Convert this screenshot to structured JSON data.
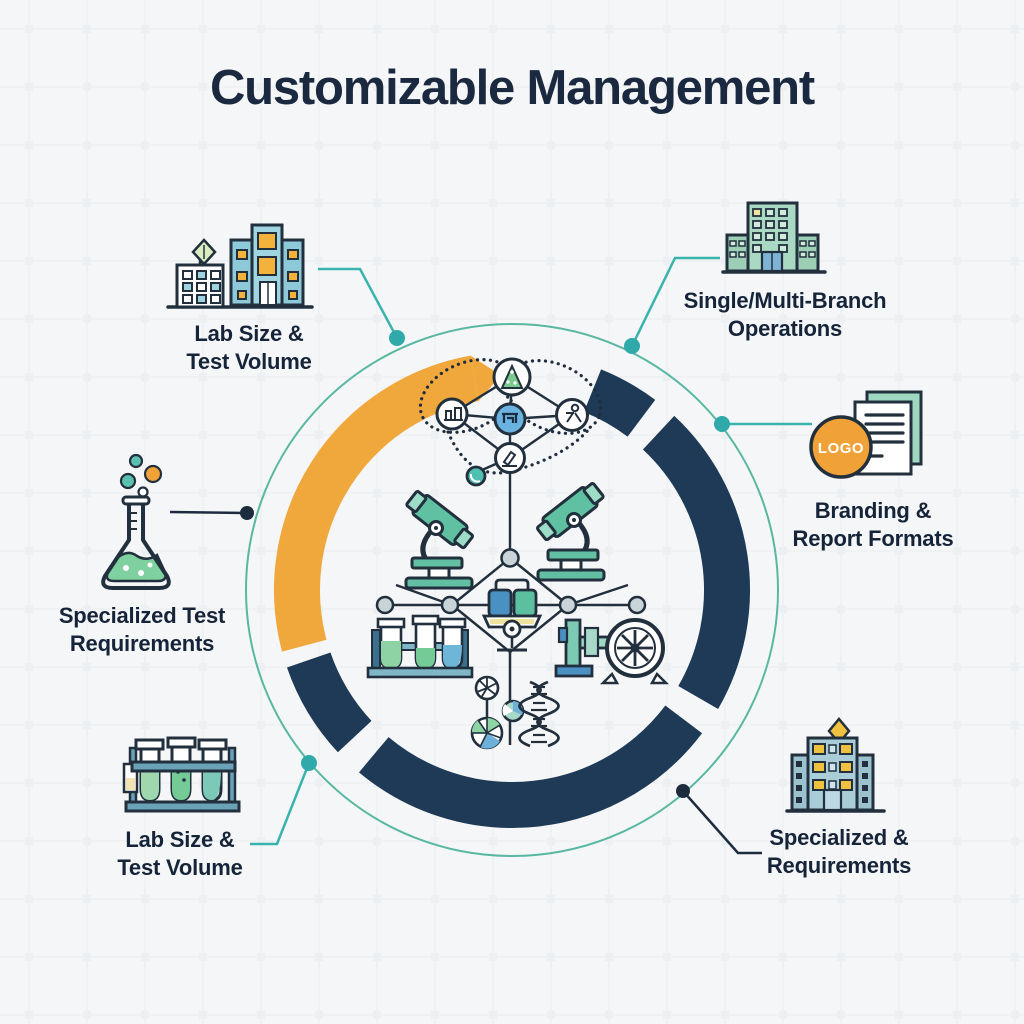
{
  "title": "Customizable Management",
  "features": [
    {
      "id": "lab-size-test-volume-top",
      "icon": "buildings-icon",
      "lines": [
        "Lab Size &",
        "Test Volume"
      ]
    },
    {
      "id": "single-multi-branch-operations",
      "icon": "branch-building-icon",
      "lines": [
        "Single/Multi-Branch",
        "Operations"
      ]
    },
    {
      "id": "branding-report-formats",
      "icon": "logo-document-icon",
      "lines": [
        "Branding &",
        "Report Formats"
      ]
    },
    {
      "id": "specialized-test-requirements",
      "icon": "flask-icon",
      "lines": [
        "Specialized Test",
        "Requirements"
      ]
    },
    {
      "id": "lab-size-test-volume-bottom",
      "icon": "test-tubes-icon",
      "lines": [
        "Lab Size &",
        "Test Volume"
      ]
    },
    {
      "id": "specialized-requirements",
      "icon": "hospital-building-icon",
      "lines": [
        "Specialized &",
        "Requirements"
      ]
    }
  ],
  "badge": {
    "logo_text": "LOGO"
  },
  "center_icons": [
    "lab-network-diagram",
    "microscope-icon",
    "specimen-diamond",
    "analyzer-icon",
    "sample-rack-icon",
    "centrifuge-icon",
    "cell-division-icons",
    "dna-icon"
  ],
  "colors": {
    "background": "#F5F6F7",
    "accent_orange": "#F0A73C",
    "accent_navy": "#1E3A56",
    "connector_teal": "#39B3AE",
    "ring_teal": "#58B8A2",
    "text": "#16243A"
  }
}
